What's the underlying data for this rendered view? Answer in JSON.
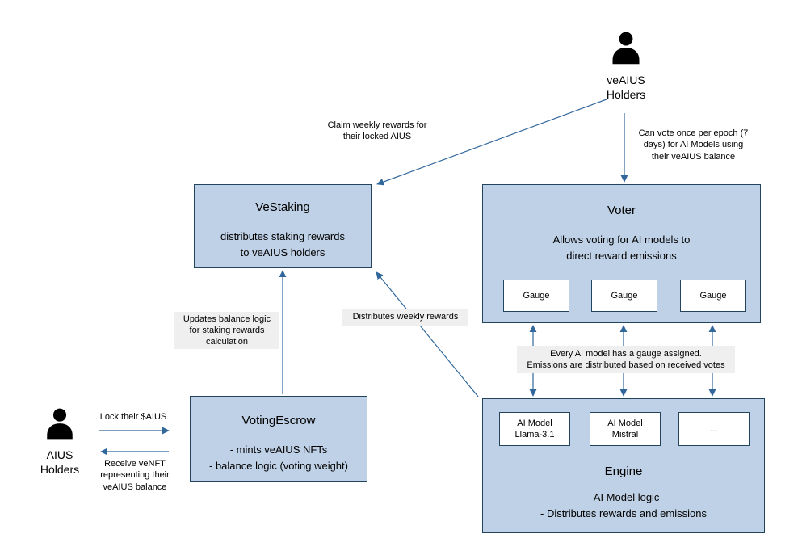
{
  "colors": {
    "node_fill": "#bfd1e6",
    "node_border": "#23445d",
    "arrow": "#31679b",
    "label_background": "#efefef"
  },
  "actors": {
    "veaius": {
      "label": "veAIUS\nHolders"
    },
    "aius": {
      "label": "AIUS\nHolders"
    }
  },
  "nodes": {
    "vestaking": {
      "title": "VeStaking",
      "description": "distributes staking rewards\nto veAIUS holders"
    },
    "voter": {
      "title": "Voter",
      "description": "Allows voting for AI models to\ndirect reward emissions",
      "gauges": [
        "Gauge",
        "Gauge",
        "Gauge"
      ]
    },
    "votingescrow": {
      "title": "VotingEscrow",
      "description": "- mints veAIUS NFTs\n- balance logic (voting weight)"
    },
    "engine": {
      "title": "Engine",
      "description": "- AI Model logic\n- Distributes rewards and emissions",
      "models": [
        "AI Model\nLlama-3.1",
        "AI Model\nMistral",
        "..."
      ]
    }
  },
  "edge_labels": {
    "claim_rewards": "Claim weekly rewards for\ntheir locked AIUS",
    "vote_epoch": "Can vote once per epoch (7\ndays) for AI Models using\ntheir veAIUS balance",
    "updates_balance": "Updates balance logic\nfor staking rewards\ncalculation",
    "distributes_weekly": "Distributes weekly rewards",
    "gauge_assignment": "Every AI model has a gauge assigned.\nEmissions are distributed based on received votes",
    "lock_aius": "Lock their $AIUS",
    "receive_venft": "Receive veNFT\nrepresenting their\nveAIUS balance"
  }
}
